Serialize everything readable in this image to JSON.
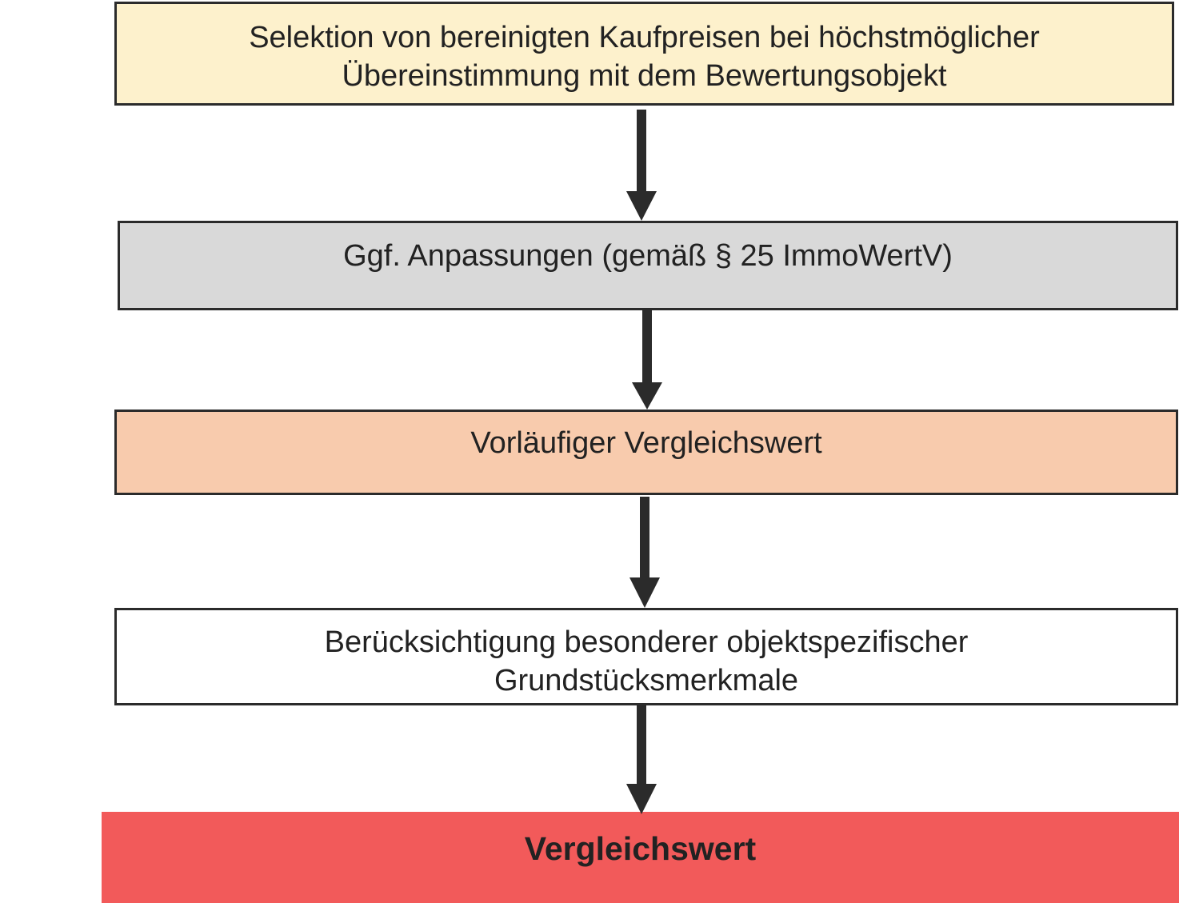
{
  "steps": [
    {
      "lines": [
        "Selektion von bereinigten Kaufpreisen bei höchstmöglicher",
        "Übereinstimmung mit dem Bewertungsobjekt"
      ],
      "color": "#fdf1cc"
    },
    {
      "lines": [
        "Ggf. Anpassungen (gemäß § 25 ImmoWertV)"
      ],
      "color": "#d9d9d9"
    },
    {
      "lines": [
        "Vorläufiger Vergleichswert"
      ],
      "color": "#f8cbad"
    },
    {
      "lines": [
        "Berücksichtigung besonderer objektspezifischer",
        "Grundstücksmerkmale"
      ],
      "color": "#ffffff"
    }
  ],
  "result": {
    "label": "Vergleichswert",
    "color": "#f25a5a"
  },
  "arrow_color": "#2b2b2b"
}
